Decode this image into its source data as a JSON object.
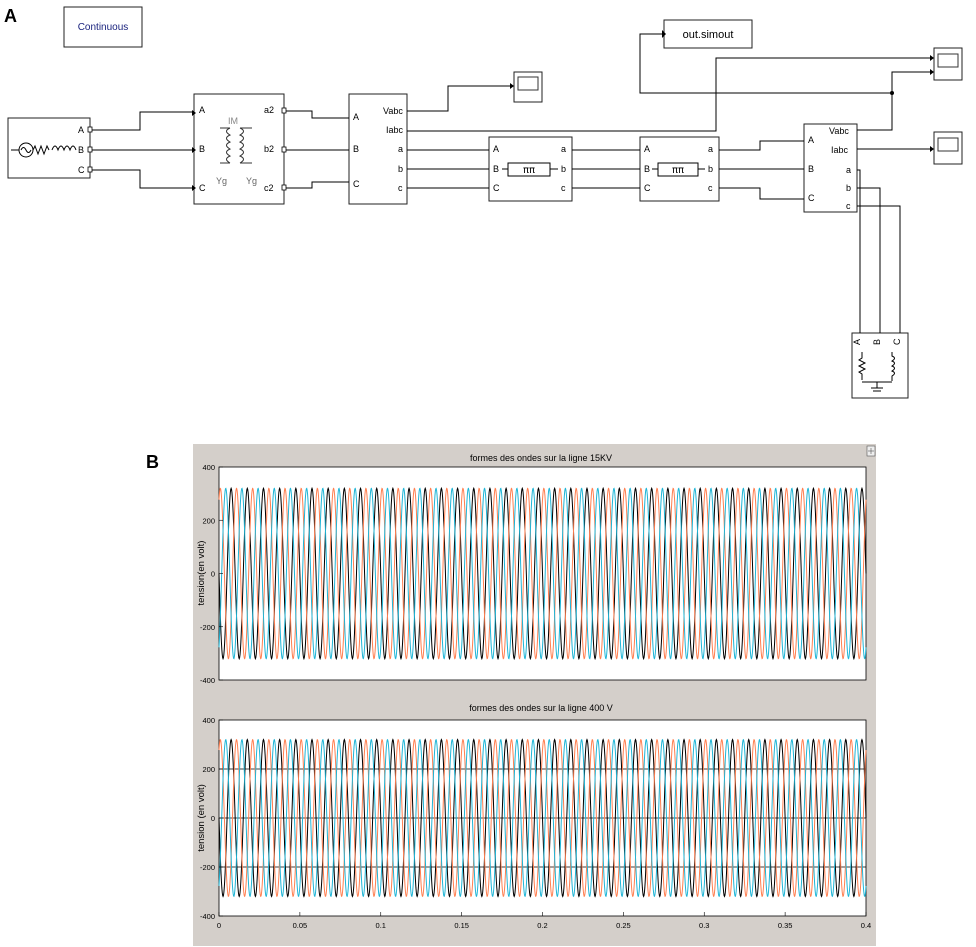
{
  "panel_a": {
    "letter": "A",
    "continuous_label": "Continuous",
    "simout_label": "out.simout",
    "source_ports": [
      "A",
      "B",
      "C"
    ],
    "transformer": {
      "in_ports": [
        "A",
        "B",
        "C"
      ],
      "out_ports": [
        "a2",
        "b2",
        "c2"
      ],
      "winding_labels": [
        "Yg",
        "Yg"
      ],
      "center_label": "IM"
    },
    "measure1": {
      "in_ports": [
        "A",
        "B",
        "C"
      ],
      "out_top": [
        "Vabc",
        "Iabc"
      ],
      "out_ports": [
        "a",
        "b",
        "c"
      ]
    },
    "line1": {
      "in_ports": [
        "A",
        "B",
        "C"
      ],
      "out_ports": [
        "a",
        "b",
        "c"
      ],
      "symbol": "ππ"
    },
    "line2": {
      "in_ports": [
        "A",
        "B",
        "C"
      ],
      "out_ports": [
        "a",
        "b",
        "c"
      ],
      "symbol": "ππ"
    },
    "measure2": {
      "in_ports": [
        "A",
        "B",
        "C"
      ],
      "out_top": [
        "Vabc",
        "Iabc"
      ],
      "out_ports": [
        "a",
        "b",
        "c"
      ]
    },
    "load_ports": [
      "A",
      "B",
      "C"
    ]
  },
  "panel_b": {
    "letter": "B",
    "colors": {
      "phase_a": "#000000",
      "phase_b": "#ff7f50",
      "phase_c": "#1fb5d6",
      "background": "#d4cfca"
    }
  },
  "chart_data": [
    {
      "type": "line",
      "title": "formes des ondes sur la ligne 15KV",
      "ylabel": "tension(en volt)",
      "xlabel": "",
      "xlim": [
        0,
        0.4
      ],
      "ylim": [
        -400,
        400
      ],
      "yticks": [
        "400",
        "200",
        "0",
        "-200",
        "-400"
      ],
      "xticks": [],
      "grid": false,
      "series": [
        {
          "amplitude": 320,
          "frequency_hz": 100,
          "phase_deg": 180,
          "color": "#000000"
        },
        {
          "amplitude": 320,
          "frequency_hz": 100,
          "phase_deg": 60,
          "color": "#ff7f50"
        },
        {
          "amplitude": 320,
          "frequency_hz": 100,
          "phase_deg": -60,
          "color": "#1fb5d6"
        }
      ]
    },
    {
      "type": "line",
      "title": "formes des ondes sur la ligne 400 V",
      "ylabel": "tension (en volt)",
      "xlabel": "",
      "xlim": [
        0,
        0.4
      ],
      "ylim": [
        -400,
        400
      ],
      "yticks": [
        "400",
        "200",
        "0",
        "-200",
        "-400"
      ],
      "xticks": [
        "0",
        "0.05",
        "0.1",
        "0.15",
        "0.2",
        "0.25",
        "0.3",
        "0.35",
        "0.4"
      ],
      "grid": true,
      "series": [
        {
          "amplitude": 320,
          "frequency_hz": 100,
          "phase_deg": 180,
          "color": "#000000"
        },
        {
          "amplitude": 320,
          "frequency_hz": 100,
          "phase_deg": 60,
          "color": "#ff7f50"
        },
        {
          "amplitude": 320,
          "frequency_hz": 100,
          "phase_deg": -60,
          "color": "#1fb5d6"
        }
      ]
    }
  ]
}
